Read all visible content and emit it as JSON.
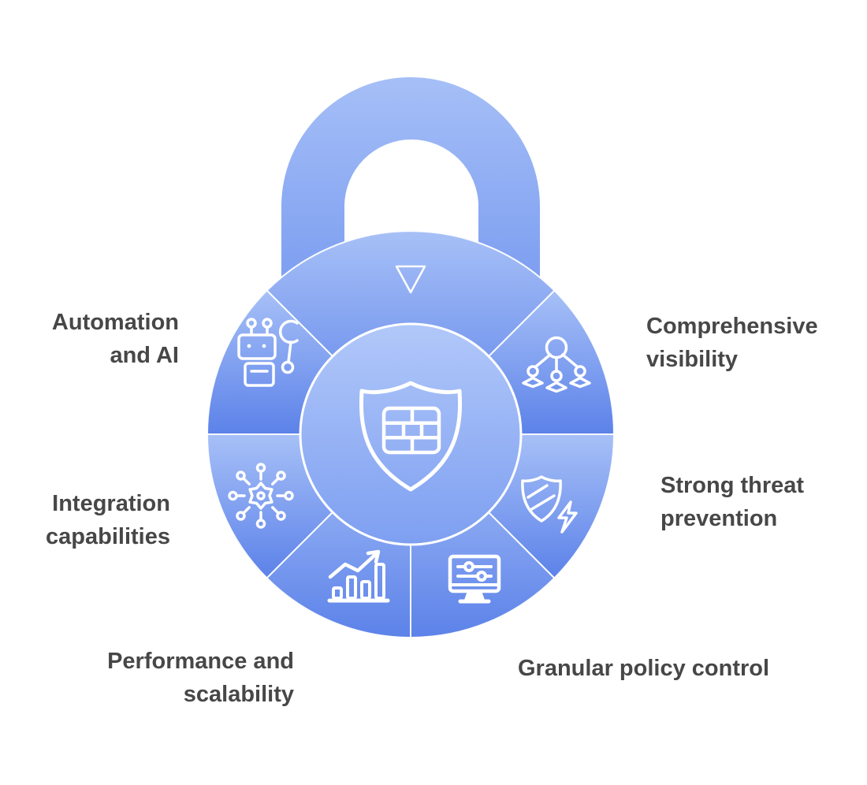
{
  "diagram": {
    "type": "padlock-segmented-infographic",
    "topic": "Firewall capabilities",
    "center_icon": "firewall-shield-icon",
    "pointer_icon": "down-triangle-icon"
  },
  "colors": {
    "background": "#ffffff",
    "segment_light": "#a7c0f7",
    "segment_dark": "#5c82e9",
    "shackle_light": "#a6bff7",
    "shackle_dark": "#6d92ee",
    "center_light": "#b1c8f9",
    "center_dark": "#7e9ff1",
    "icon_stroke": "#ffffff",
    "divider": "#ffffff",
    "label_text": "#474747"
  },
  "segments": [
    {
      "label_lines": [
        "Automation",
        "and AI"
      ],
      "icon": "robot-wrench-icon",
      "position": "upper-left"
    },
    {
      "label_lines": [
        "Comprehensive",
        "visibility"
      ],
      "icon": "user-group-icon",
      "position": "upper-right"
    },
    {
      "label_lines": [
        "Integration",
        "capabilities"
      ],
      "icon": "integration-hub-icon",
      "position": "mid-left"
    },
    {
      "label_lines": [
        "Strong threat",
        "prevention"
      ],
      "icon": "shield-lightning-icon",
      "position": "mid-right"
    },
    {
      "label_lines": [
        "Performance and",
        "scalability"
      ],
      "icon": "growth-chart-icon",
      "position": "bottom-left"
    },
    {
      "label_lines": [
        "Granular policy control"
      ],
      "icon": "monitor-sliders-icon",
      "position": "bottom-right"
    }
  ]
}
